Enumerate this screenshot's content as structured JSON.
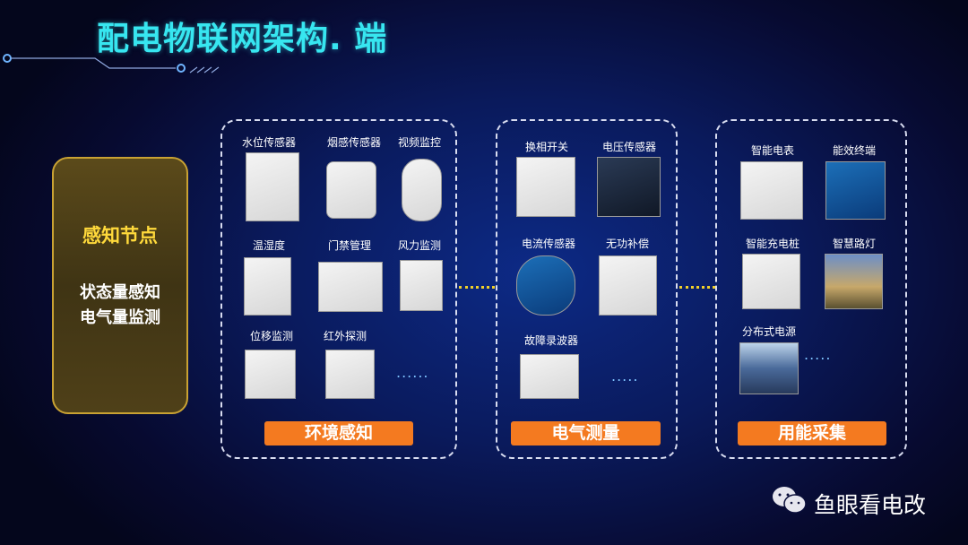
{
  "title": "配电物联网架构. 端",
  "node": {
    "heading": "感知节点",
    "line1": "状态量感知",
    "line2": "电气量监测"
  },
  "panels": [
    {
      "button": "环境感知",
      "items": [
        "水位传感器",
        "烟感传感器",
        "视频监控",
        "温湿度",
        "门禁管理",
        "风力监测",
        "位移监测",
        "红外探测"
      ],
      "ellipsis": "......"
    },
    {
      "button": "电气测量",
      "items": [
        "换相开关",
        "电压传感器",
        "电流传感器",
        "无功补偿",
        "故障录波器"
      ],
      "ellipsis": "....."
    },
    {
      "button": "用能采集",
      "items": [
        "智能电表",
        "能效终端",
        "智能充电桩",
        "智慧路灯",
        "分布式电源"
      ],
      "ellipsis": "....."
    }
  ],
  "watermark": "鱼眼看电改",
  "colors": {
    "title": "#37e6f0",
    "accent": "#f47a20",
    "node_heading": "#ffd93b"
  }
}
